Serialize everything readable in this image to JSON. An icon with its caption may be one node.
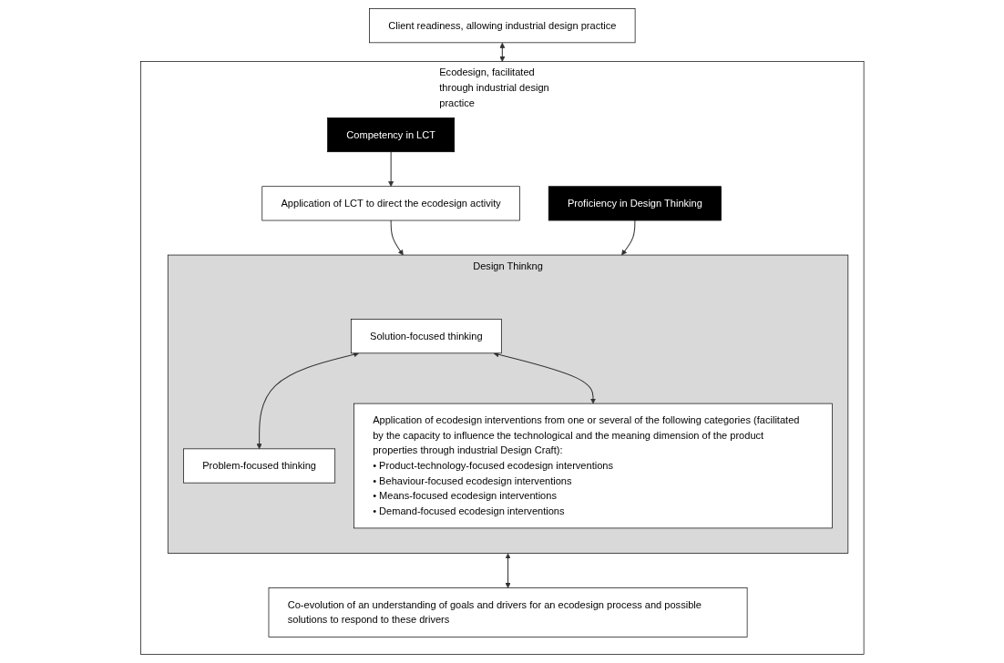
{
  "diagram": {
    "nodes": [
      {
        "text": [
          "Client readiness, allowing industrial design practice"
        ]
      },
      {
        "text": [
          "Ecodesign, facilitated through industrial design practice"
        ]
      },
      {
        "text": [
          "Competency in LCT"
        ],
        "in": 1
      },
      {
        "text": [
          "Proficiency in Design Thinking"
        ],
        "in": 1
      },
      {
        "text": [
          "Application of LCT to direct the ecodesign activity"
        ],
        "in": 1
      },
      {
        "text": [
          "Design Thinkng"
        ],
        "in": 1
      },
      {
        "text": [
          "Solution-focused thinking"
        ],
        "in": 5
      },
      {
        "text": [
          "Problem-focused thinking"
        ],
        "in": 5
      },
      {
        "text": [
          "Application of ecodesign interventions from one or several of the following categories (facilitated by the capacity to influence the technological and the meaning dimension of the product properties through industrial Design Craft):",
          "• Product-technology-focused ecodesign interventions",
          "• Behaviour-focused ecodesign interventions",
          "• Means-focused ecodesign interventions",
          "• Demand-focused ecodesign interventions"
        ],
        "in": 5
      },
      {
        "text": [
          "Co-evolution of an understanding of goals and drivers for an ecodesign process and possible solutions to respond to these drivers"
        ],
        "in": 1
      }
    ],
    "edges": [
      {
        "from": 0,
        "to": 1,
        "arrow": "both"
      },
      {
        "from": 2,
        "to": 4,
        "arrow": "to"
      },
      {
        "from": 4,
        "to": 5,
        "arrow": "to"
      },
      {
        "from": 3,
        "to": 5,
        "arrow": "to"
      },
      {
        "from": 6,
        "to": 7,
        "arrow": "both"
      },
      {
        "from": 6,
        "to": 8,
        "arrow": "both"
      },
      {
        "from": 5,
        "to": 9,
        "arrow": "both"
      }
    ]
  }
}
